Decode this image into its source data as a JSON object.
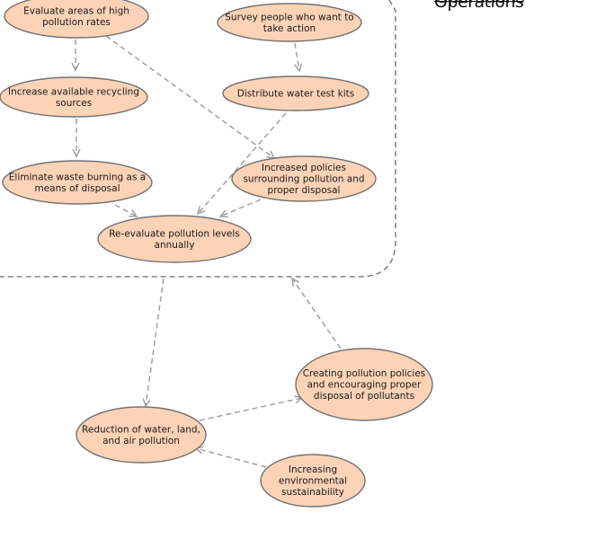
{
  "title": "Operations",
  "colors": {
    "node_fill": "#fcd3b6",
    "node_stroke": "#727272",
    "edge": "#9a9a9a"
  },
  "nodes": [
    {
      "id": "evaluate",
      "lines": [
        "Evaluate areas of high",
        "pollution rates"
      ]
    },
    {
      "id": "survey",
      "lines": [
        "Survey people who want to",
        "take action"
      ]
    },
    {
      "id": "recycling",
      "lines": [
        "Increase available recycling",
        "sources"
      ]
    },
    {
      "id": "testkits",
      "lines": [
        "Distribute water test kits"
      ]
    },
    {
      "id": "burning",
      "lines": [
        "Eliminate waste burning as a",
        "means of disposal"
      ]
    },
    {
      "id": "policies",
      "lines": [
        "Increased policies",
        "surrounding pollution and",
        "proper disposal"
      ]
    },
    {
      "id": "reevaluate",
      "lines": [
        "Re-evaluate pollution levels",
        "annually"
      ]
    },
    {
      "id": "creating",
      "lines": [
        "Creating pollution policies",
        "and encouraging proper",
        "disposal of pollutants"
      ]
    },
    {
      "id": "reduction",
      "lines": [
        "Reduction of water, land,",
        "and air pollution"
      ]
    },
    {
      "id": "sustainability",
      "lines": [
        "Increasing",
        "environmental",
        "sustainability"
      ]
    }
  ],
  "edges": [
    {
      "from": "evaluate",
      "to": "recycling"
    },
    {
      "from": "evaluate",
      "to": "policies"
    },
    {
      "from": "survey",
      "to": "testkits"
    },
    {
      "from": "recycling",
      "to": "burning"
    },
    {
      "from": "testkits",
      "to": "reevaluate"
    },
    {
      "from": "burning",
      "to": "reevaluate"
    },
    {
      "from": "policies",
      "to": "reevaluate"
    },
    {
      "from": "group",
      "to": "reduction"
    },
    {
      "from": "reduction",
      "to": "creating"
    },
    {
      "from": "creating",
      "to": "group"
    },
    {
      "from": "sustainability",
      "to": "reduction"
    }
  ]
}
